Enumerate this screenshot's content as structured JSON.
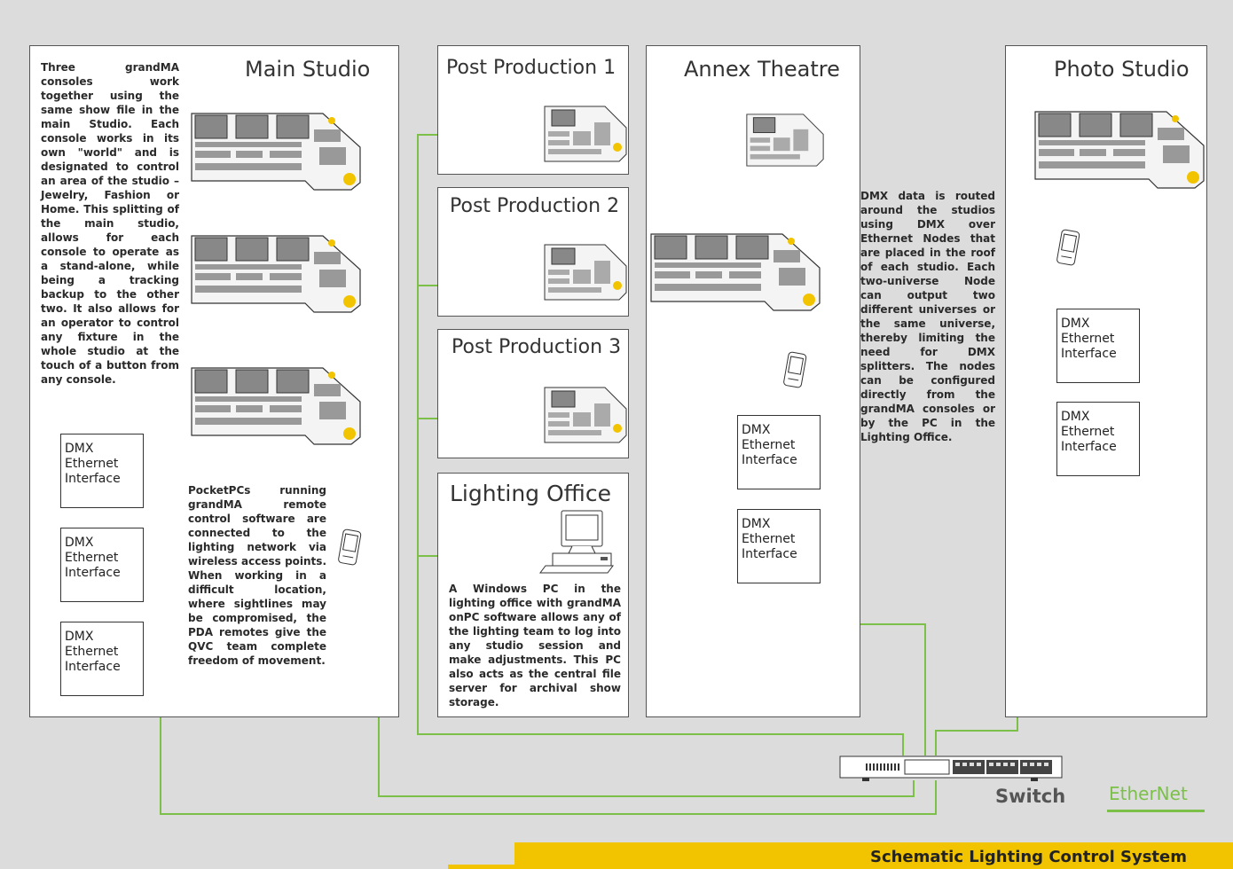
{
  "panels": {
    "main_studio": {
      "title": "Main Studio"
    },
    "post1": {
      "title": "Post Production 1"
    },
    "post2": {
      "title": "Post Production 2"
    },
    "post3": {
      "title": "Post Production 3"
    },
    "lighting_office": {
      "title": "Lighting Office"
    },
    "annex": {
      "title": "Annex Theatre"
    },
    "photo": {
      "title": "Photo Studio"
    }
  },
  "texts": {
    "main_intro": "Three grandMA consoles work together using the same show file in the main Studio. Each console works in its own \"world\" and is designated to control an area of the studio – Jewelry, Fashion or Home. This splitting of the main studio, allows for each console to operate as a stand-alone, while being a tracking backup to the other two. It also allows for an operator to control any fixture in the whole studio at the touch of a button from any console.",
    "pocketpc": "PocketPCs running grandMA remote control software are connected to the lighting network via wireless access points. When working in a difficult location, where sightlines may be compromised, the PDA remotes give the QVC team complete freedom of movement.",
    "office": "A Windows PC in the lighting office with grandMA onPC software allows any of the lighting team to log into any studio session and make adjustments. This PC also acts as the central file server for archival show storage.",
    "dmx_routing": "DMX data is routed around the studios using DMX over Ethernet Nodes that are placed in the roof of each studio. Each two-universe Node can output two different universes or the same universe, thereby limiting the need for DMX splitters. The nodes can be configured directly from the grandMA consoles or by the PC in the Lighting Office."
  },
  "dmx_box": {
    "line1": "DMX",
    "line2": "Ethernet",
    "line3": "Interface"
  },
  "labels": {
    "switch": "Switch",
    "ethernet": "EtherNet",
    "footer": "Schematic Lighting Control System"
  },
  "colors": {
    "network_line": "#7cc04a",
    "footer_bar": "#f2c400",
    "background": "#dcdcdc"
  }
}
